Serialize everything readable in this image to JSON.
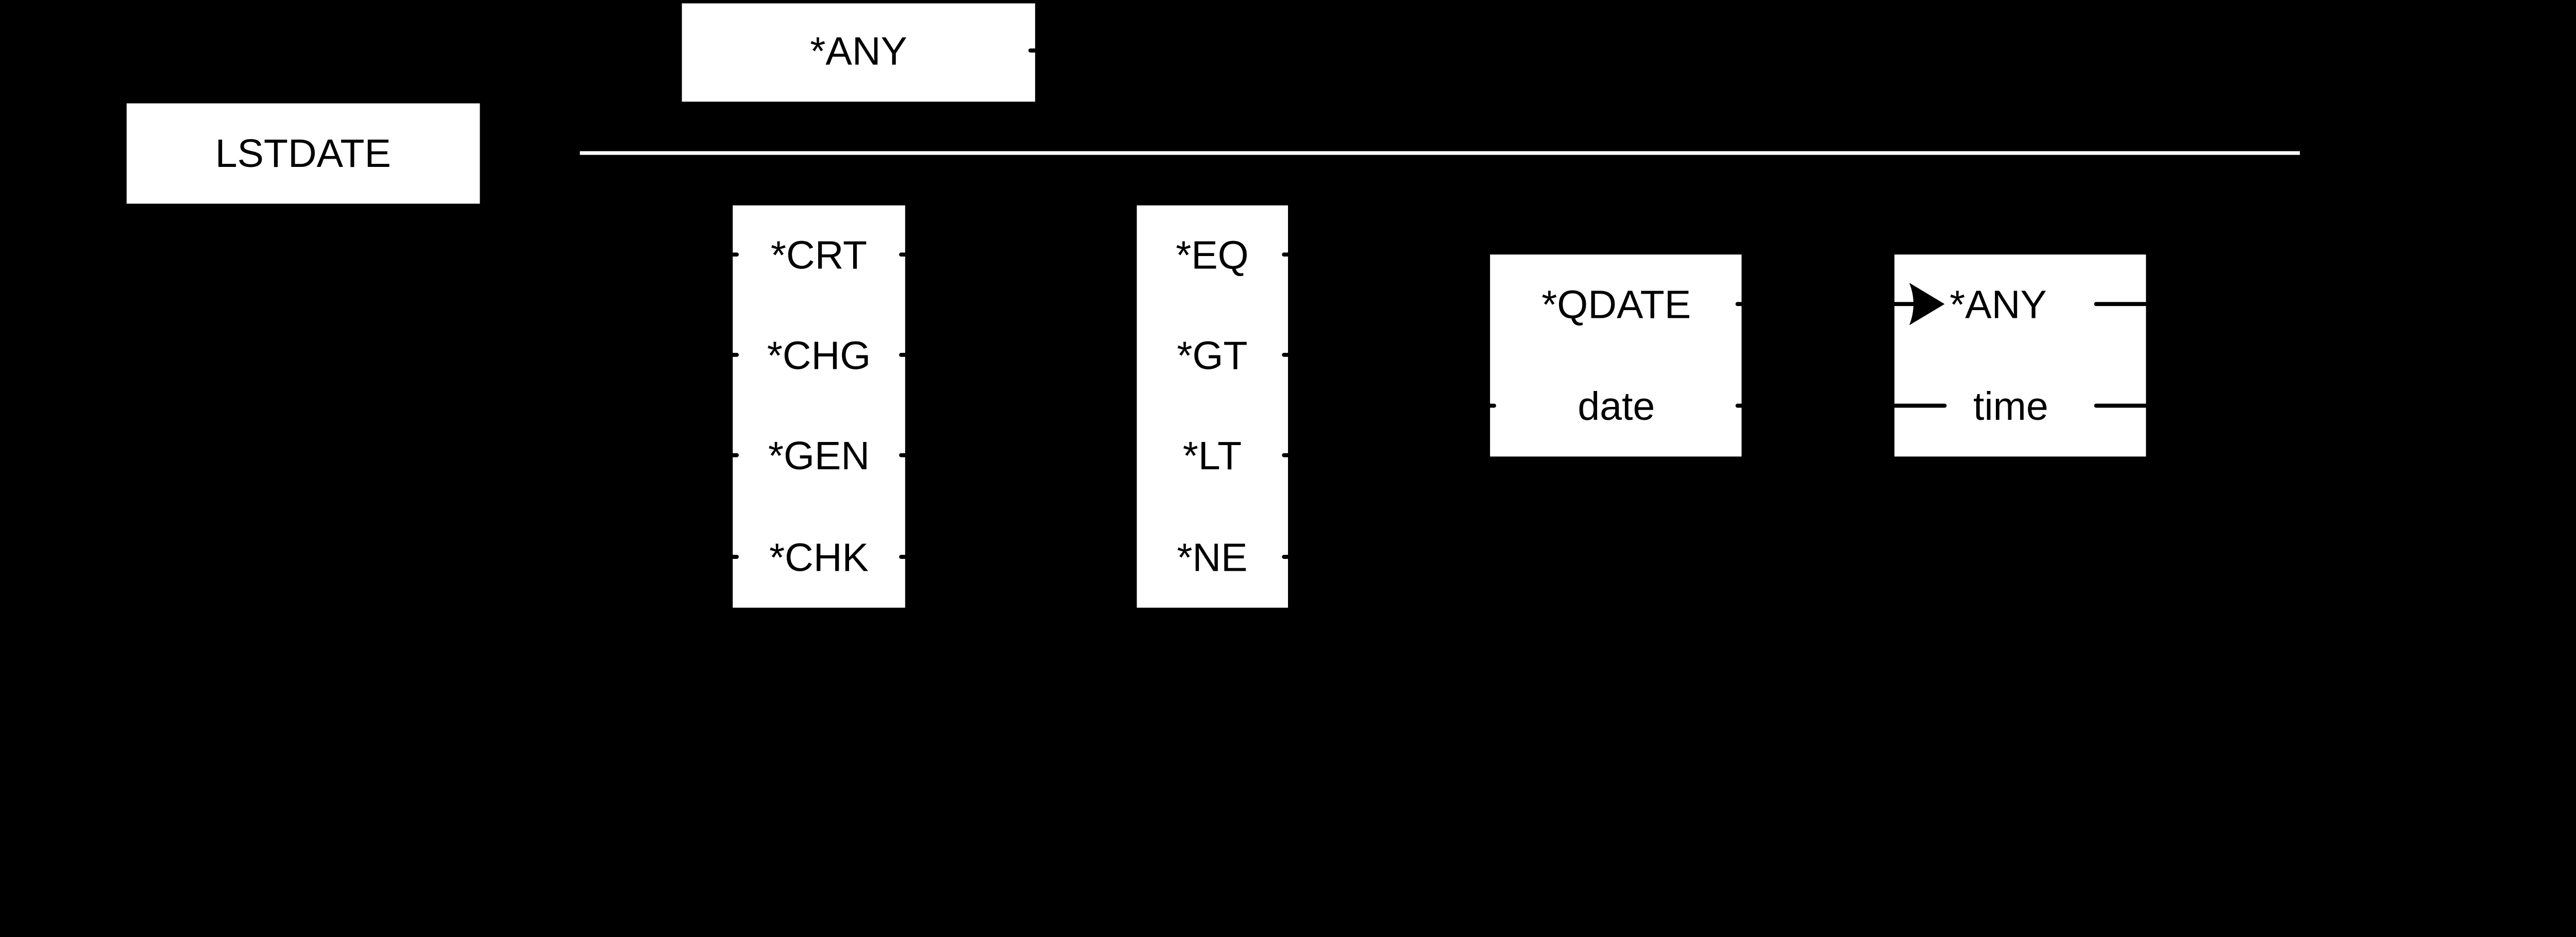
{
  "diagram": {
    "keyword": "LSTDATE",
    "default_value": "*ANY",
    "date_types": [
      "*CRT",
      "*CHG",
      "*GEN",
      "*CHK"
    ],
    "operators": [
      "*EQ",
      "*GT",
      "*LT",
      "*NE"
    ],
    "date_values": [
      "*QDATE",
      "date"
    ],
    "time_values": [
      "*ANY",
      "time"
    ],
    "colors": {
      "background": "#000000",
      "box": "#ffffff",
      "text": "#000000",
      "main_line": "#ffffff"
    }
  }
}
